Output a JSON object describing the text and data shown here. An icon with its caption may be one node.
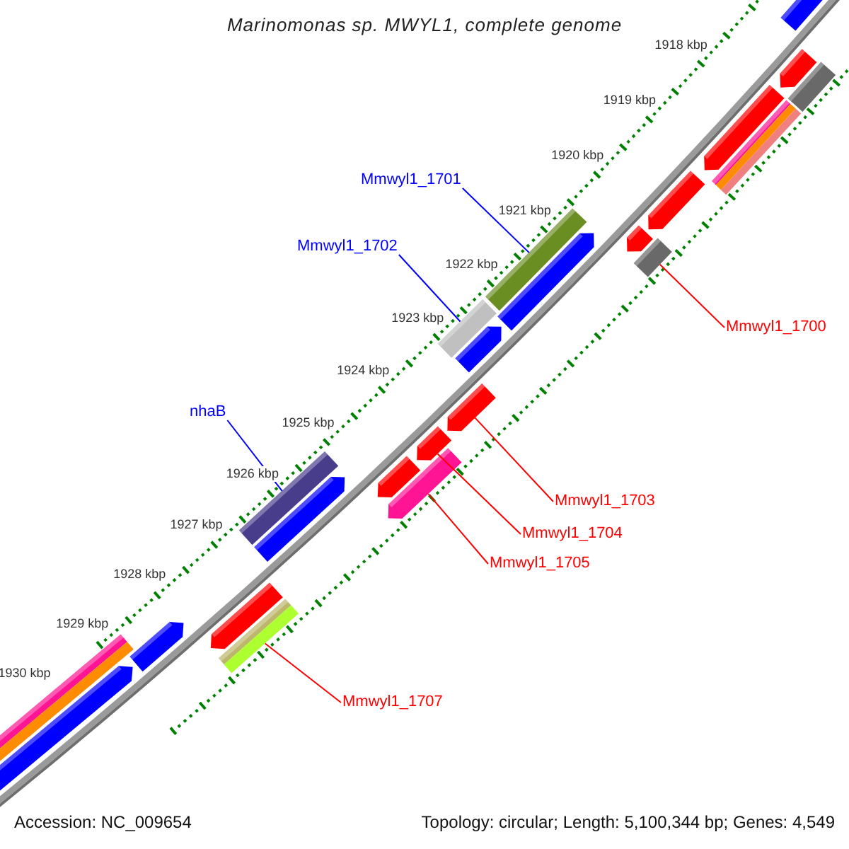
{
  "diagram": {
    "title": "Marinomonas sp. MWYL1, complete genome",
    "nodes": [
      {
        "text": [
          "Mmwyl1_1701"
        ]
      },
      {
        "text": [],
        "shape": "bar"
      },
      {
        "text": [
          "Mmwyl1_1702"
        ]
      },
      {
        "text": [],
        "shape": "bar"
      },
      {
        "text": [
          "nhaB"
        ]
      },
      {
        "text": [],
        "shape": "bar"
      },
      {
        "text": [
          "Mmwyl1_1700"
        ]
      },
      {
        "text": [],
        "shape": "bar"
      },
      {
        "text": [
          "Mmwyl1_1703"
        ]
      },
      {
        "text": [],
        "shape": "arrow"
      },
      {
        "text": [
          "Mmwyl1_1704"
        ]
      },
      {
        "text": [],
        "shape": "arrow"
      },
      {
        "text": [
          "Mmwyl1_1705"
        ]
      },
      {
        "text": [],
        "shape": "arrow"
      },
      {
        "text": [
          "Mmwyl1_1707"
        ]
      },
      {
        "text": [],
        "shape": "bar"
      },
      {
        "text": [],
        "shape": "arrow"
      },
      {
        "text": [],
        "shape": "arrow"
      },
      {
        "text": [],
        "shape": "bar"
      },
      {
        "text": [],
        "shape": "arrow"
      },
      {
        "text": [],
        "shape": "bar"
      },
      {
        "text": [],
        "shape": "arrow"
      },
      {
        "text": [],
        "shape": "arrow"
      },
      {
        "text": [],
        "shape": "arrow"
      },
      {
        "text": [],
        "shape": "arrow"
      },
      {
        "text": [],
        "shape": "arrow"
      },
      {
        "text": [],
        "shape": "arrow"
      },
      {
        "text": [],
        "shape": "arrow"
      },
      {
        "text": [],
        "shape": "bar"
      },
      {
        "text": [],
        "shape": "arrow"
      },
      {
        "text": [],
        "shape": "arrow"
      }
    ],
    "edges": [
      {
        "from": 0,
        "to": 1,
        "arrow": "none",
        "color": "#0000ff"
      },
      {
        "from": 2,
        "to": 3,
        "arrow": "none",
        "color": "#0000ff"
      },
      {
        "from": 4,
        "to": 5,
        "arrow": "none",
        "color": "#0000ff"
      },
      {
        "from": 6,
        "to": 7,
        "arrow": "none"
      },
      {
        "from": 8,
        "to": 9,
        "arrow": "none"
      },
      {
        "from": 10,
        "to": 11,
        "arrow": "none"
      },
      {
        "from": 12,
        "to": 13,
        "arrow": "none"
      },
      {
        "from": 14,
        "to": 15,
        "arrow": "none"
      }
    ],
    "labels": [
      "1918 kbp",
      "1919 kbp",
      "1920 kbp",
      "1921 kbp",
      "1922 kbp",
      "1923 kbp",
      "1924 kbp",
      "1925 kbp",
      "1926 kbp",
      "1927 kbp",
      "1928 kbp",
      "1929 kbp",
      "1930 kbp",
      "Accession: NC_009654",
      "Topology: circular; Length: 5,100,344 bp; Genes: 4,549"
    ]
  }
}
